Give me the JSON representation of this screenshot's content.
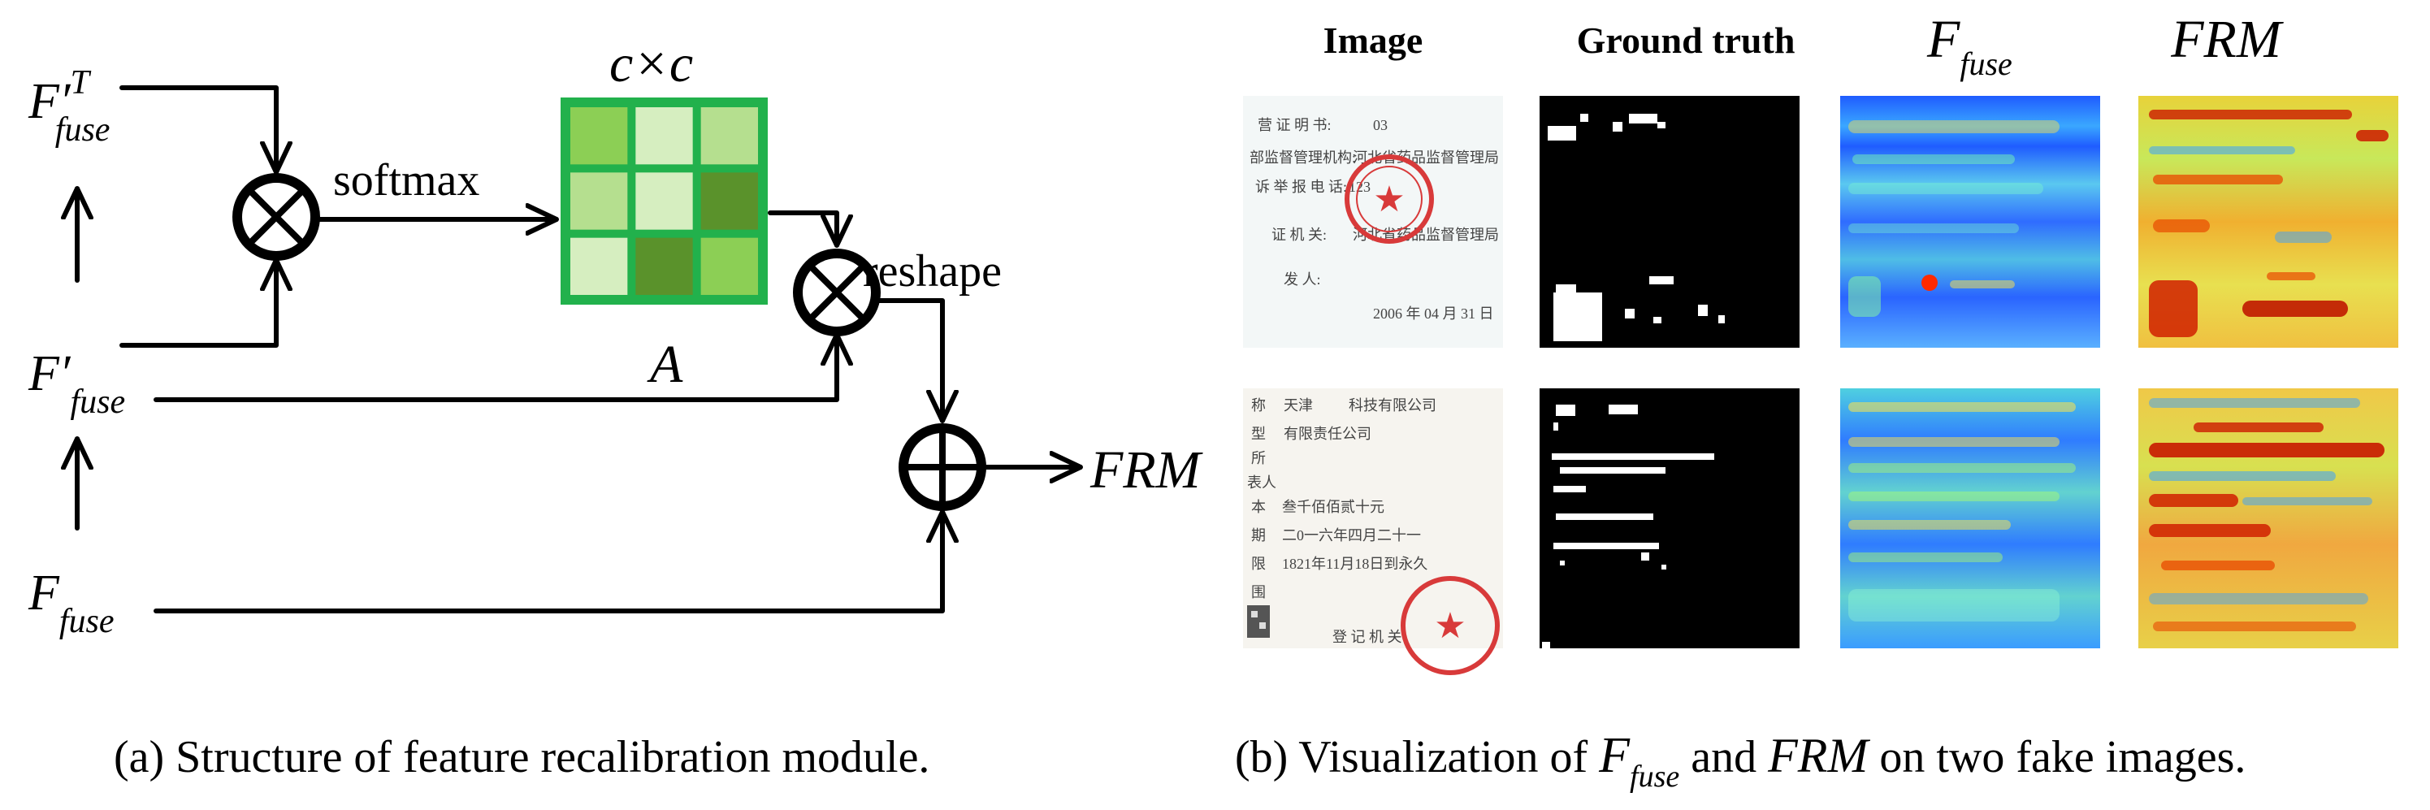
{
  "module": {
    "inputs": {
      "transposed": {
        "base": "F",
        "prime": "′",
        "sup": "T",
        "sub": "fuse"
      },
      "prime": {
        "base": "F",
        "prime": "′",
        "sub": "fuse"
      },
      "plain": {
        "base": "F",
        "sub": "fuse"
      }
    },
    "labels": {
      "softmax": "softmax",
      "reshape": "reshape",
      "matrix_dim": "c×c",
      "matrix_name": "A",
      "output": "FRM"
    },
    "matrix_cells": [
      [
        "#8ccf55",
        "#d6eec0",
        "#b5df8f"
      ],
      [
        "#b5df8f",
        "#d6eec0",
        "#5a922b"
      ],
      [
        "#d6eec0",
        "#5a922b",
        "#8ccf55"
      ]
    ],
    "matrix_border_color": "#22b14c"
  },
  "visualization": {
    "columns": [
      "Image",
      "Ground truth",
      "F_fuse",
      "FRM"
    ],
    "column_titles": {
      "image": "Image",
      "ground_truth": "Ground truth",
      "ffuse_base": "F",
      "ffuse_sub": "fuse",
      "frm": "FRM"
    },
    "rows": [
      {
        "doc_lines": [
          "营 证 明 书:",
          "03",
          "部监督管理机构:",
          "河北省药品监督管理局",
          "诉 举 报 电 话:",
          "123",
          "证 机 关:",
          "河北省药品监督管理局",
          "发 人:",
          "2006 年 04 月 31 日"
        ]
      },
      {
        "doc_lines": [
          "称",
          "天津",
          "科技有限公司",
          "型",
          "有限责任公司",
          "所",
          "表人",
          "本",
          "叁千佰佰贰十元",
          "期",
          "二0一六年四月二十一",
          "限",
          "1821年11月18日到永久",
          "围",
          "登 记 机 关"
        ]
      }
    ]
  },
  "captions": {
    "a": "(a) Structure of feature recalibration module.",
    "b_prefix": "(b) Visualization of ",
    "b_ffuse_base": "F",
    "b_ffuse_sub": "fuse",
    "b_mid": " and ",
    "b_frm": "FRM",
    "b_suffix": " on two fake images."
  }
}
